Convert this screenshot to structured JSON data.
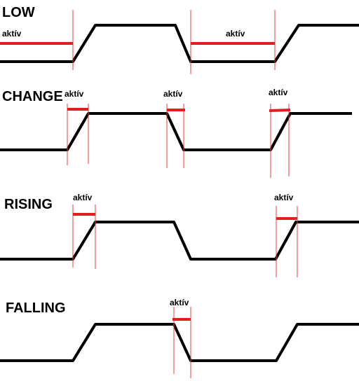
{
  "colors": {
    "signal": "#000000",
    "active": "#e02020",
    "marker": "#e04040",
    "background": "#ffffff"
  },
  "panels": [
    {
      "key": "low",
      "title": "LOW",
      "active_label": "aktív"
    },
    {
      "key": "change",
      "title": "CHANGE",
      "active_label": "aktív"
    },
    {
      "key": "rising",
      "title": "RISING",
      "active_label": "aktív"
    },
    {
      "key": "falling",
      "title": "FALLING",
      "active_label": "aktív"
    }
  ]
}
